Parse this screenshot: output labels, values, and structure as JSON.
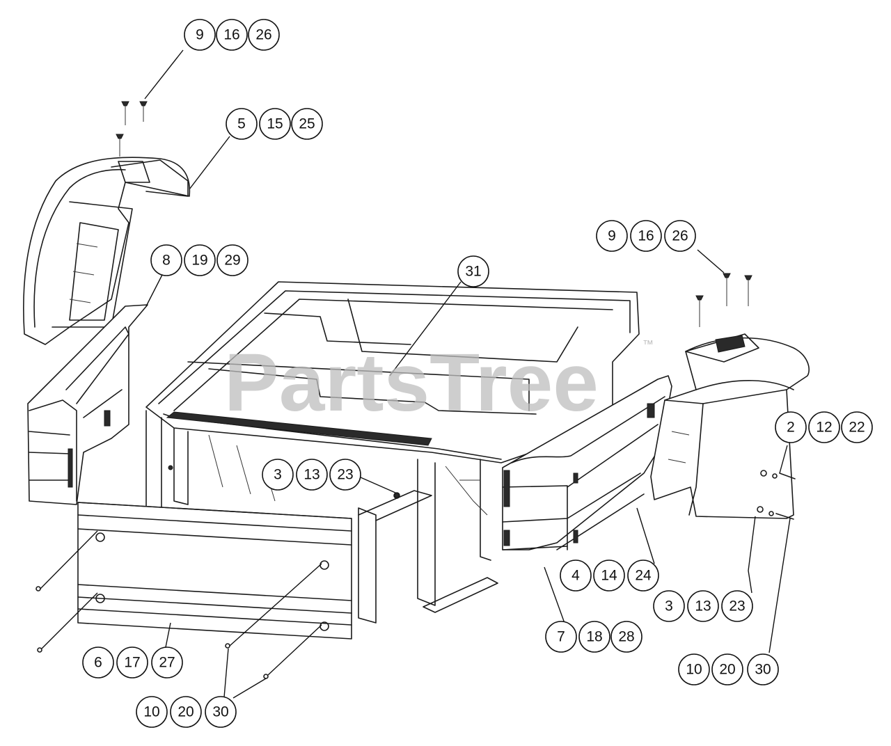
{
  "watermark": {
    "text": "PartsTree",
    "tm": "™"
  },
  "callout_groups": [
    {
      "id": "top-left-screws",
      "labels": [
        "9",
        "16",
        "26"
      ]
    },
    {
      "id": "top-left-fender",
      "labels": [
        "5",
        "15",
        "25"
      ]
    },
    {
      "id": "left-side-panel",
      "labels": [
        "8",
        "19",
        "29"
      ]
    },
    {
      "id": "center-frame",
      "labels": [
        "31"
      ]
    },
    {
      "id": "right-screws",
      "labels": [
        "9",
        "16",
        "26"
      ]
    },
    {
      "id": "right-bolts",
      "labels": [
        "2",
        "12",
        "22"
      ]
    },
    {
      "id": "center-nuts",
      "labels": [
        "3",
        "13",
        "23"
      ]
    },
    {
      "id": "right-corner",
      "labels": [
        "4",
        "14",
        "24"
      ]
    },
    {
      "id": "right-nuts",
      "labels": [
        "3",
        "13",
        "23"
      ]
    },
    {
      "id": "right-side-panel",
      "labels": [
        "7",
        "18",
        "28"
      ]
    },
    {
      "id": "front-panel",
      "labels": [
        "6",
        "17",
        "27"
      ]
    },
    {
      "id": "right-washers",
      "labels": [
        "10",
        "20",
        "30"
      ]
    },
    {
      "id": "bottom-washers",
      "labels": [
        "10",
        "20",
        "30"
      ]
    }
  ]
}
